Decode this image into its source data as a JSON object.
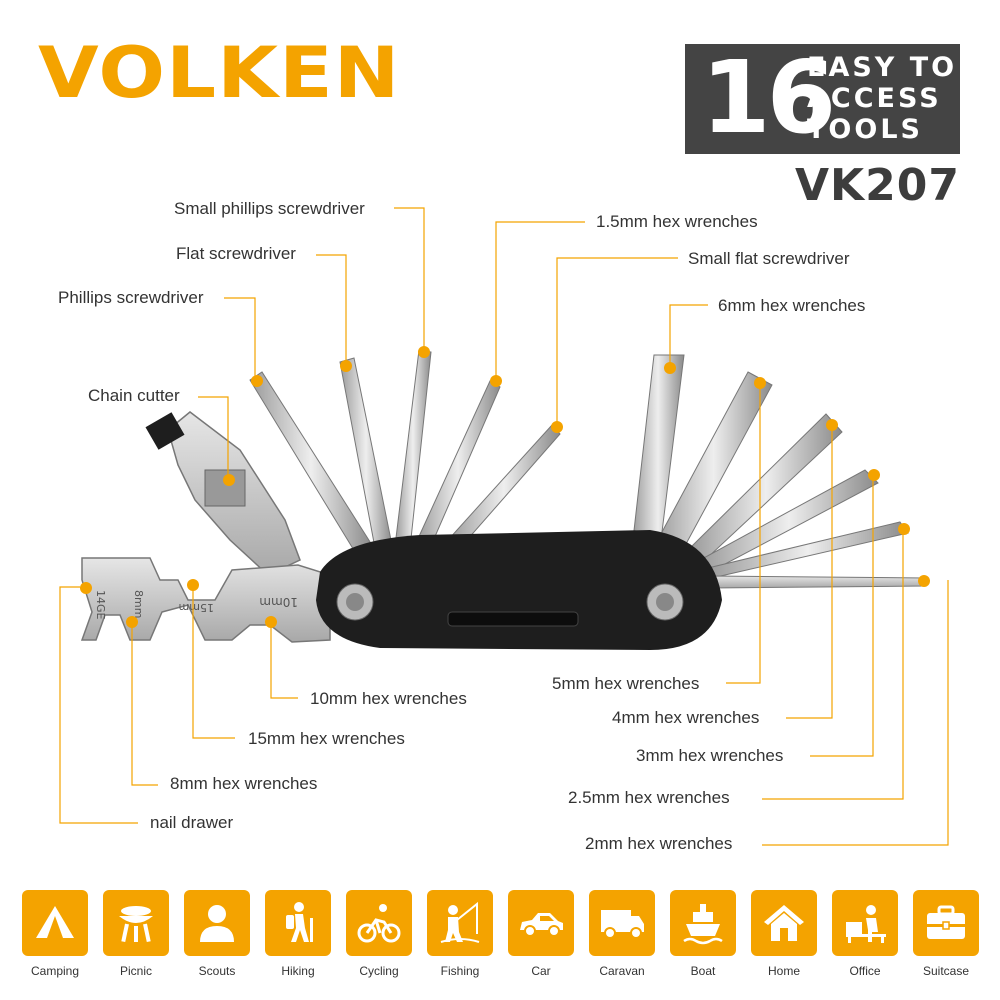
{
  "brand": "VOLKEN",
  "badge": {
    "number": "16",
    "line1": "EASY TO",
    "line2": "ACCESS",
    "line3": "TOOLS"
  },
  "model": "VK207",
  "labels": {
    "small_phillips": "Small phillips screwdriver",
    "flat": "Flat screwdriver",
    "phillips": "Phillips screwdriver",
    "chain_cutter": "Chain cutter",
    "hex_1_5": "1.5mm hex wrenches",
    "small_flat": "Small flat screwdriver",
    "hex_6": "6mm hex wrenches",
    "hex_5": "5mm hex wrenches",
    "hex_4": "4mm hex wrenches",
    "hex_3": "3mm hex wrenches",
    "hex_2_5": "2.5mm hex wrenches",
    "hex_2": "2mm hex wrenches",
    "hex_10": "10mm hex wrenches",
    "hex_15": "15mm hex wrenches",
    "hex_8": "8mm hex wrenches",
    "nail": "nail drawer"
  },
  "engraving": {
    "e1": "14GE",
    "e2": "8mm",
    "e3": "15mm",
    "e4": "10mm"
  },
  "icons": [
    {
      "label": "Camping",
      "icon": "tent-icon"
    },
    {
      "label": "Picnic",
      "icon": "grill-icon"
    },
    {
      "label": "Scouts",
      "icon": "person-icon"
    },
    {
      "label": "Hiking",
      "icon": "hiker-icon"
    },
    {
      "label": "Cycling",
      "icon": "cyclist-icon"
    },
    {
      "label": "Fishing",
      "icon": "fisher-icon"
    },
    {
      "label": "Car",
      "icon": "car-icon"
    },
    {
      "label": "Caravan",
      "icon": "van-icon"
    },
    {
      "label": "Boat",
      "icon": "ship-icon"
    },
    {
      "label": "Home",
      "icon": "house-icon"
    },
    {
      "label": "Office",
      "icon": "desk-icon"
    },
    {
      "label": "Suitcase",
      "icon": "briefcase-icon"
    }
  ],
  "colors": {
    "accent": "#f4a300",
    "badge_bg": "#444444",
    "tool_body": "#1e1e1e",
    "steel": "#c8c8c8"
  }
}
